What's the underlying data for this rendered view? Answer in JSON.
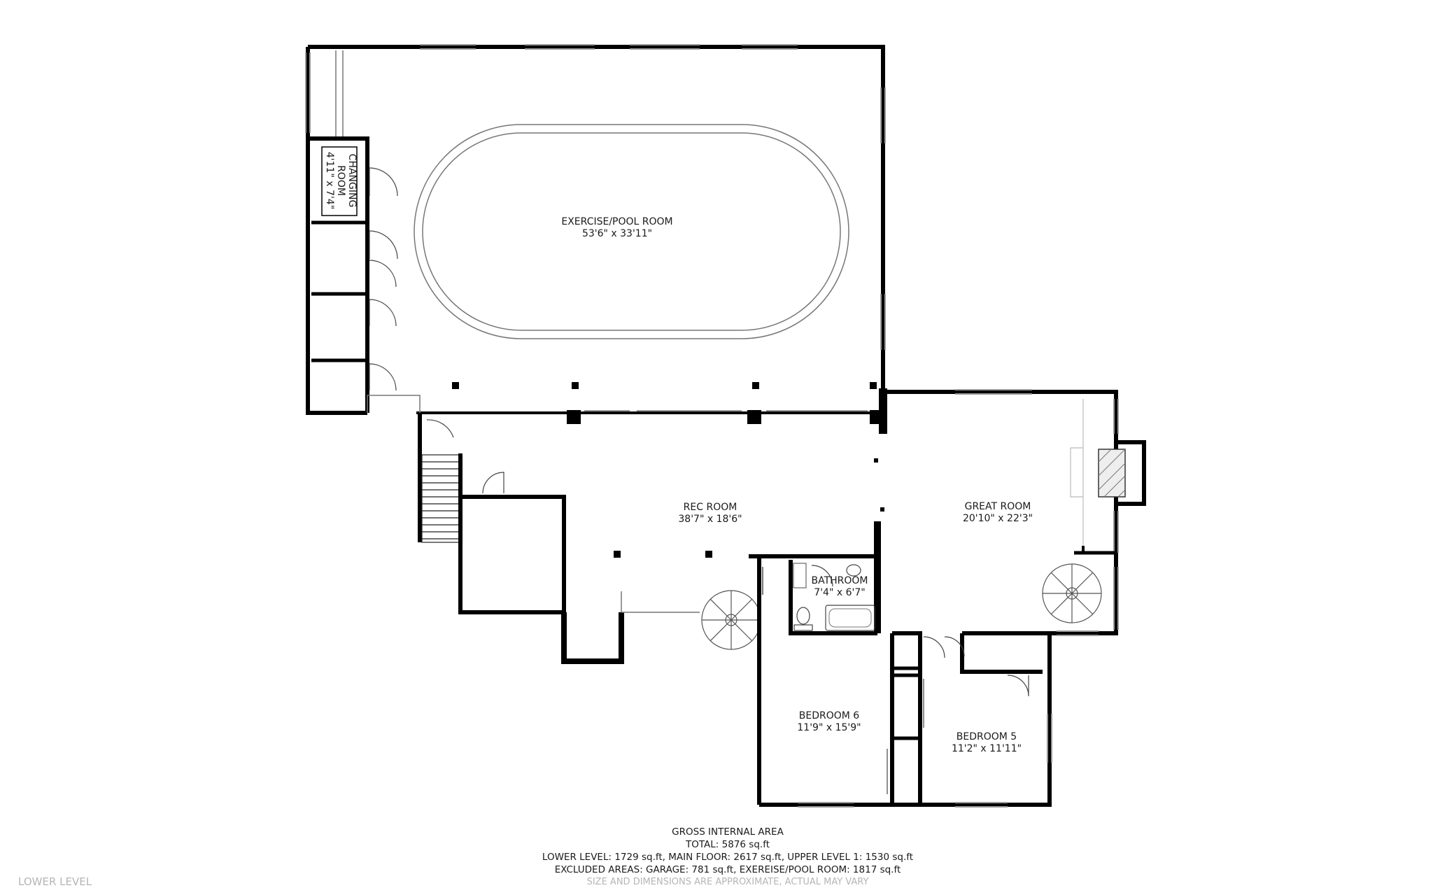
{
  "floor_plan": {
    "level_label": "LOWER LEVEL",
    "rooms": {
      "exercise_pool": {
        "name": "EXERCISE/POOL ROOM",
        "dims": "53'6\" x 33'11\""
      },
      "changing": {
        "name_1": "CHANGING",
        "name_2": "ROOM",
        "dims": "4'11\" x 7'4\""
      },
      "rec": {
        "name": "REC ROOM",
        "dims": "38'7\" x 18'6\""
      },
      "great": {
        "name": "GREAT ROOM",
        "dims": "20'10\" x 22'3\""
      },
      "bathroom": {
        "name": "BATHROOM",
        "dims": "7'4\" x 6'7\""
      },
      "bedroom6": {
        "name": "BEDROOM 6",
        "dims": "11'9\" x 15'9\""
      },
      "bedroom5": {
        "name": "BEDROOM 5",
        "dims": "11'2\" x 11'11\""
      }
    },
    "area_summary": {
      "heading": "GROSS INTERNAL AREA",
      "total": "TOTAL: 5876 sq.ft",
      "levels": "LOWER LEVEL: 1729 sq.ft, MAIN FLOOR: 2617 sq.ft, UPPER LEVEL 1: 1530 sq.ft",
      "excluded": "EXCLUDED AREAS: GARAGE: 781 sq.ft, EXEREISE/POOL ROOM: 1817 sq.ft",
      "disclaimer": "SIZE AND DIMENSIONS ARE APPROXIMATE, ACTUAL MAY VARY"
    }
  }
}
